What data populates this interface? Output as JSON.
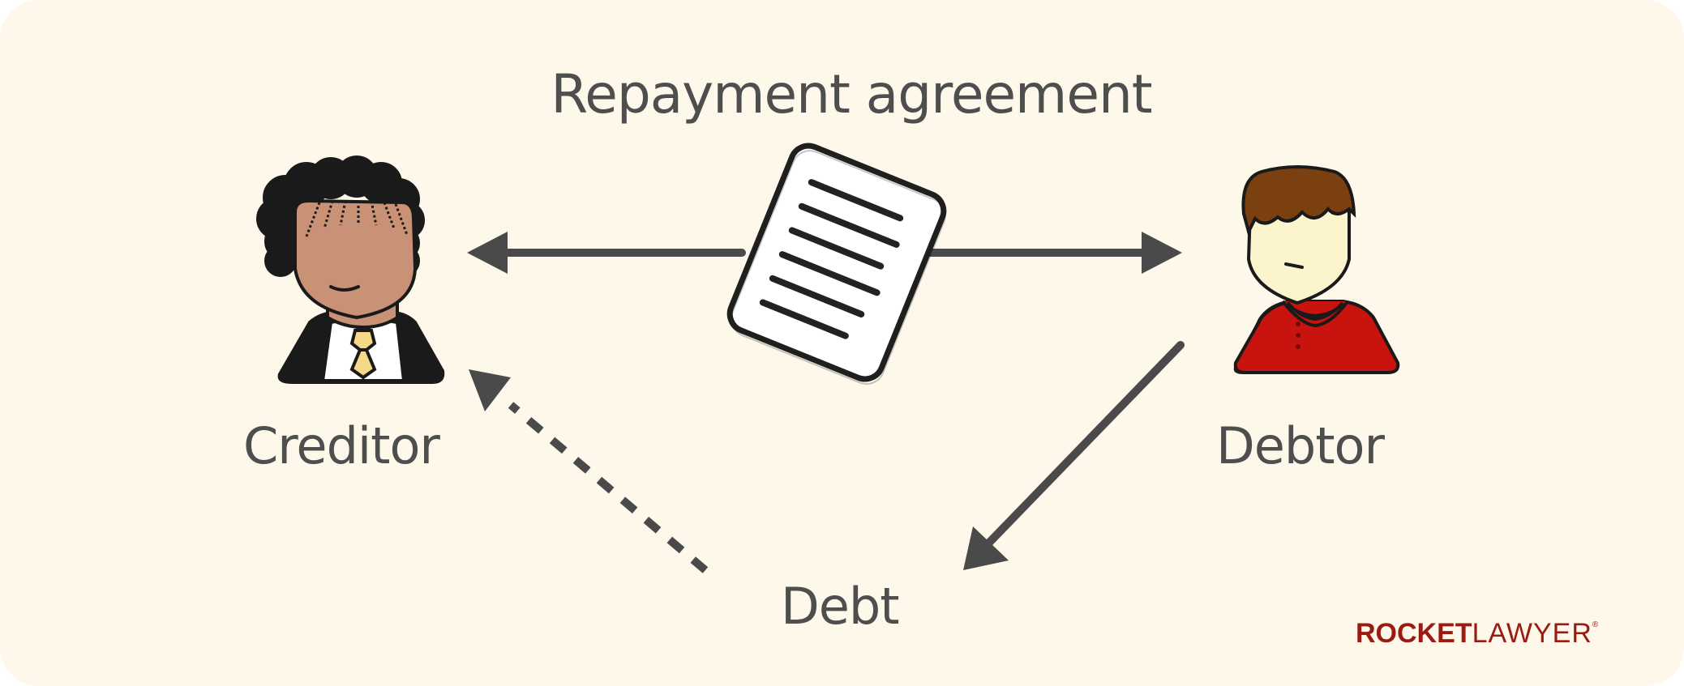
{
  "diagram": {
    "title": "Repayment agreement",
    "nodes": {
      "creditor": "Creditor",
      "debtor": "Debtor",
      "debt": "Debt"
    },
    "edges": [
      {
        "from": "document",
        "to": "creditor",
        "style": "solid"
      },
      {
        "from": "document",
        "to": "debtor",
        "style": "solid"
      },
      {
        "from": "debtor",
        "to": "debt",
        "style": "solid"
      },
      {
        "from": "debt",
        "to": "creditor",
        "style": "dotted"
      }
    ]
  },
  "logo": {
    "bold_part": "ROCKET",
    "light_part": "LAWYER",
    "mark": "®",
    "color": "#9b1a12"
  },
  "colors": {
    "background": "#fdf8ea",
    "text": "#4e4e4e",
    "arrow": "#4a4a4a",
    "debtor_shirt": "#c8130f",
    "debtor_hair": "#7a4010",
    "creditor_skin": "#c99175"
  }
}
